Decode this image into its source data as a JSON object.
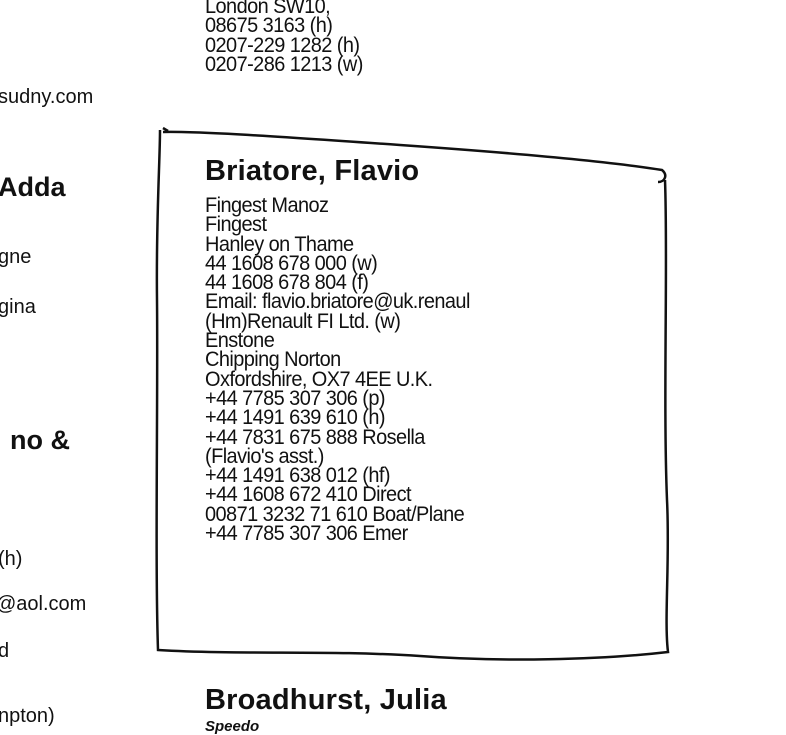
{
  "left_column_fragments": {
    "email": "sudny.com",
    "name": "Adda",
    "line1": "gne",
    "line2": "gina",
    "name2": "no &",
    "phone": "(h)",
    "email2": "@aol.com",
    "line3": "d",
    "line4": "npton)"
  },
  "previous_entry": {
    "lines": [
      "London   SW10,",
      "08675 3163 (h)",
      "0207-229 1282 (h)",
      "0207-286 1213 (w)"
    ]
  },
  "briatore": {
    "name": "Briatore, Flavio",
    "lines": [
      "Fingest Manoz",
      "Fingest",
      "Hanley on Thame",
      "44 1608 678 000 (w)",
      "44 1608 678 804 (f)",
      "Email: flavio.briatore@uk.renaul",
      "(Hm)Renault FI Ltd. (w)",
      "Enstone",
      "Chipping Norton",
      "Oxfordshire, OX7 4EE U.K.",
      "+44 7785 307 306 (p)",
      "+44 1491 639 610 (h)",
      "+44  7831 675 888 Rosella",
      "(Flavio's asst.)",
      "+44 1491 638 012 (hf)",
      "+44 1608 672 410 Direct",
      "00871 3232 71 610 Boat/Plane",
      "+44 7785 307 306 Emer"
    ]
  },
  "broadhurst": {
    "name": "Broadhurst, Julia",
    "company": "Speedo"
  }
}
